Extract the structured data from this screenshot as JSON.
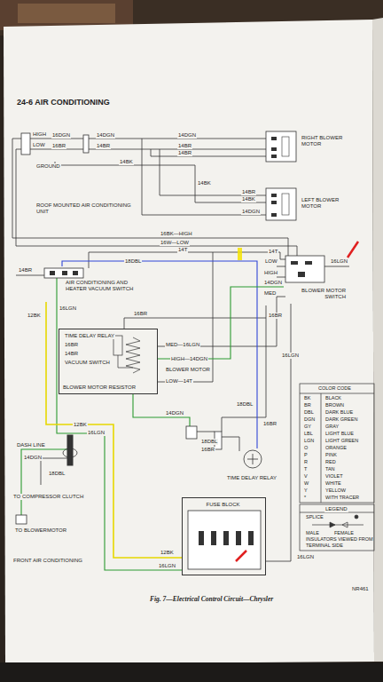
{
  "diagram": {
    "title": "24-6 AIR CONDITIONING",
    "caption": "Fig. 7—Electrical Control Circuit—Chrysler",
    "nodes": [
      {
        "text": [
          "RIGHT BLOWER MOTOR"
        ]
      },
      {
        "text": [
          "LEFT BLOWER MOTOR"
        ]
      },
      {
        "text": [
          "BLOWER MOTOR SWITCH"
        ]
      },
      {
        "text": [
          "AIR CONDITIONING AND HEATER VACUUM SWITCH"
        ]
      },
      {
        "text": [
          "BLOWER MOTOR RESISTOR"
        ]
      },
      {
        "text": [
          "TIME DELAY RELAY"
        ]
      },
      {
        "text": [
          "FUSE BLOCK"
        ]
      }
    ],
    "edges": [
      {
        "from": 2,
        "to": 6,
        "arrow": "none",
        "label": "16LGN"
      },
      {
        "from": 3,
        "to": 6,
        "arrow": "none",
        "label": "12BK"
      },
      {
        "from": 3,
        "to": 5,
        "arrow": "none",
        "label": "18DBL"
      },
      {
        "from": 2,
        "to": 4,
        "arrow": "none",
        "label": "HIGH—14DGN"
      }
    ],
    "labels": [
      "HIGH",
      "16DGN",
      "16BR",
      "LOW",
      "14DGN",
      "14BR",
      "GROUND",
      "14BK",
      "14DGN",
      "14BR",
      "14BR",
      "14BK",
      "14BR",
      "14BK",
      "14DGN",
      "ROOF MOUNTED AIR CONDITIONING UNIT",
      "16BK—HIGH",
      "16W—LOW",
      "14T",
      "14T",
      "LOW",
      "HIGH",
      "14DGN",
      "MED",
      "16LGN",
      "14BR",
      "16LGN",
      "12BK",
      "16BR",
      "16BR",
      "TIME DELAY RELAY",
      "16BR",
      "14BR",
      "VACUUM SWITCH",
      "MED—16LGN",
      "BLOWER MOTOR",
      "LOW—14T",
      "18DBL",
      "14DGN",
      "16BR",
      "18DBL",
      "16BR",
      "16LGN",
      "DASH LINE",
      "14DGN",
      "18DBL",
      "TO COMPRESSOR CLUTCH",
      "TO BLOWERMOTOR",
      "12BK",
      "16LGN",
      "16LGN",
      "FRONT AIR CONDITIONING",
      "NR461",
      "COLOR CODE",
      "BK",
      "BLACK",
      "BR",
      "BROWN",
      "DBL",
      "DARK BLUE",
      "DGN",
      "DARK GREEN",
      "GY",
      "GRAY",
      "LBL",
      "LIGHT BLUE",
      "LGN",
      "LIGHT GREEN",
      "O",
      "ORANGE",
      "P",
      "PINK",
      "R",
      "RED",
      "T",
      "TAN",
      "V",
      "VIOLET",
      "W",
      "WHITE",
      "Y",
      "YELLOW",
      "*",
      "WITH TRACER",
      "LEGEND"
    ],
    "legend": [
      {
        "text": "SPLICE"
      },
      {
        "text": "MALE"
      },
      {
        "text": "FEMALE"
      },
      {
        "text": "INSULATORS VIEWED FROM TERMINAL SIDE"
      }
    ]
  }
}
